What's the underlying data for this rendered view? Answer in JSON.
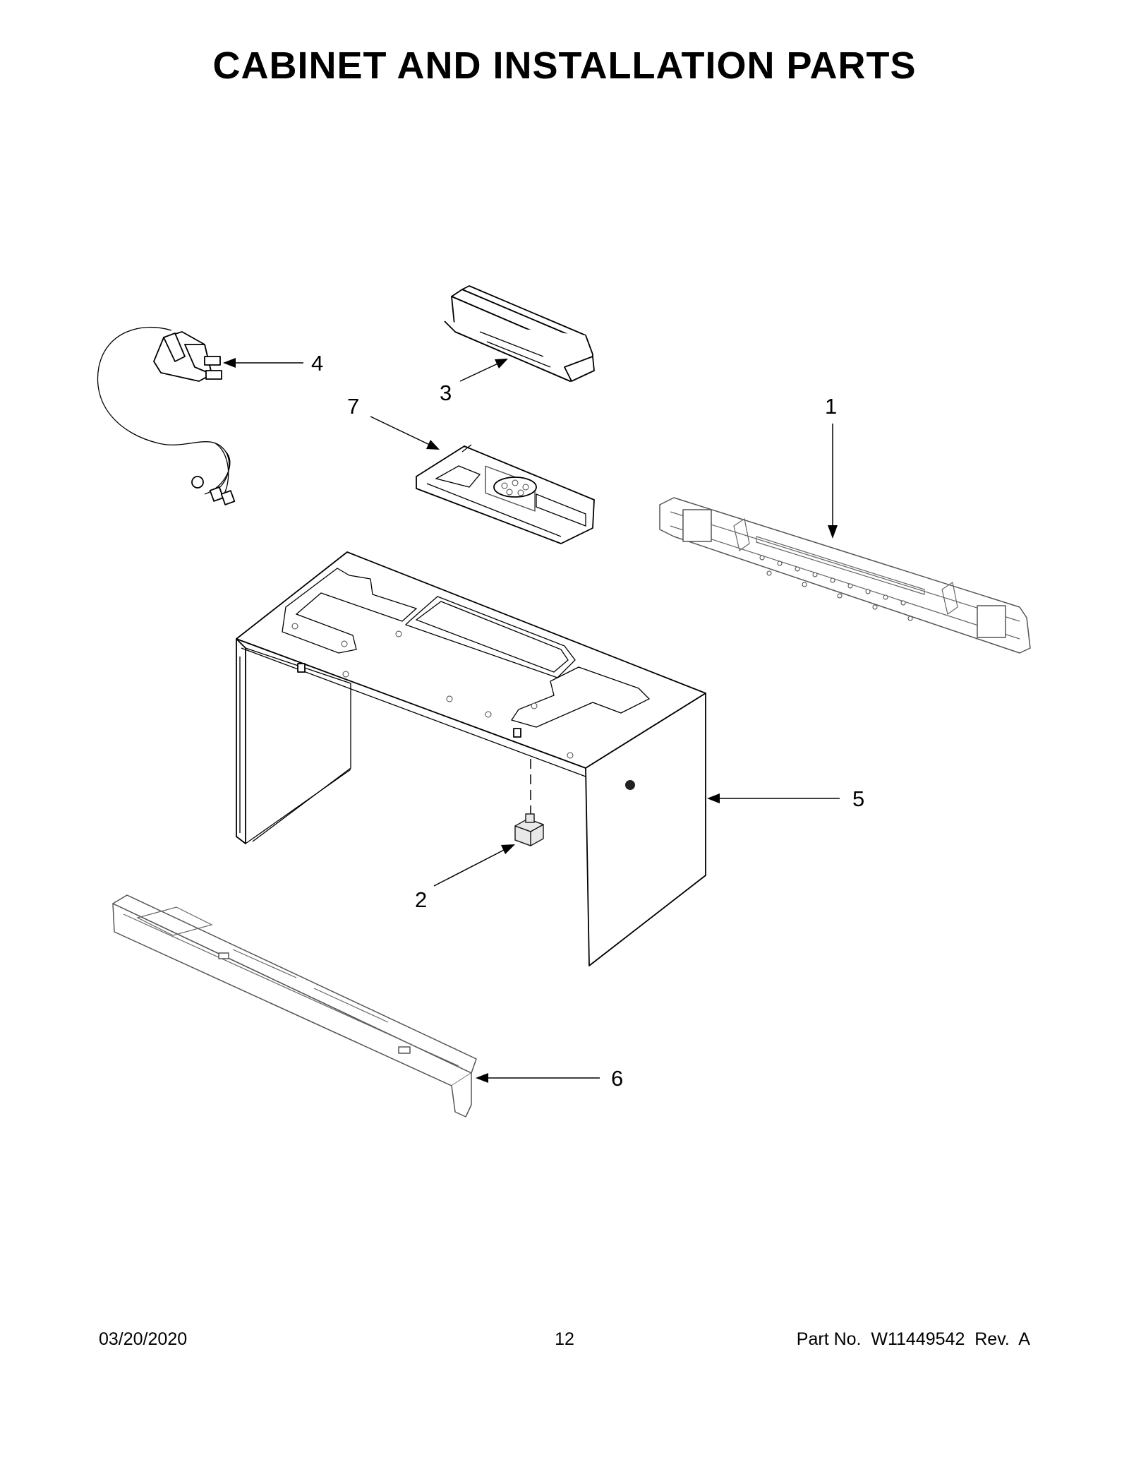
{
  "title": "CABINET AND INSTALLATION PARTS",
  "callouts": [
    {
      "id": "1",
      "label": "1"
    },
    {
      "id": "2",
      "label": "2"
    },
    {
      "id": "3",
      "label": "3"
    },
    {
      "id": "4",
      "label": "4"
    },
    {
      "id": "5",
      "label": "5"
    },
    {
      "id": "6",
      "label": "6"
    },
    {
      "id": "7",
      "label": "7"
    }
  ],
  "footer": {
    "date": "03/20/2020",
    "page": "12",
    "part_number": "Part No.  W11449542  Rev.  A"
  }
}
